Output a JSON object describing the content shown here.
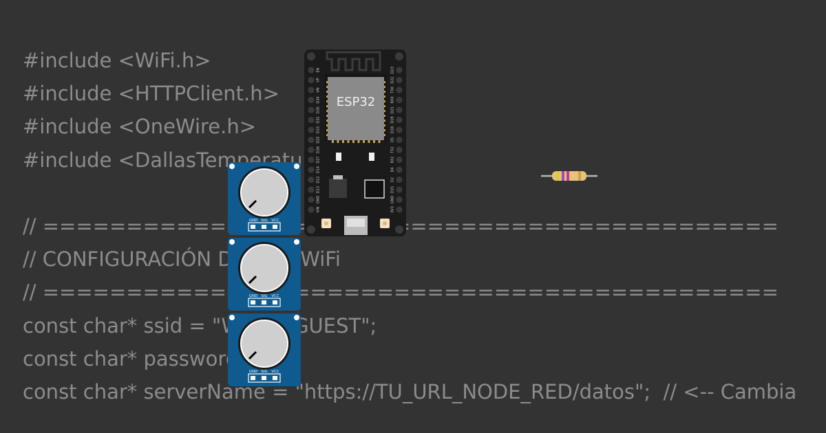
{
  "code": {
    "lines": [
      "#include <WiFi.h>",
      "#include <HTTPClient.h>",
      "#include <OneWire.h>",
      "#include <DallasTemperature.h>",
      "",
      "// ============================================",
      "// CONFIGURACIÓN DE RED WiFi",
      "// ============================================",
      "const char* ssid = \"Wokwi-GUEST\";",
      "const char* password = \"\";",
      "const char* serverName = \"https://TU_URL_NODE_RED/datos\";  // <-- Cambia"
    ]
  },
  "esp32": {
    "label": "ESP32",
    "left_pins": [
      "EN",
      "VP",
      "VN",
      "D34",
      "D35",
      "D32",
      "D33",
      "D25",
      "D26",
      "D27",
      "D14",
      "D12",
      "D13",
      "GND",
      "VIN"
    ],
    "right_pins": [
      "D23",
      "D22",
      "TX0",
      "RX0",
      "D21",
      "D19",
      "D18",
      "D5",
      "TX2",
      "RX2",
      "D4",
      "D2",
      "D15",
      "GND",
      "3V3"
    ],
    "board_color": "#1b1b1b",
    "chip_color": "#8a8a8a"
  },
  "potentiometers": [
    {
      "pins": [
        "GND",
        "SIG",
        "VCC"
      ]
    },
    {
      "pins": [
        "GND",
        "SIG",
        "VCC"
      ]
    },
    {
      "pins": [
        "GND",
        "SIG",
        "VCC"
      ]
    }
  ],
  "colors": {
    "background": "#333333",
    "code_text": "#8c8c8c",
    "pot_board": "#0f5a8f",
    "resistor_body": "#e6c27a"
  }
}
